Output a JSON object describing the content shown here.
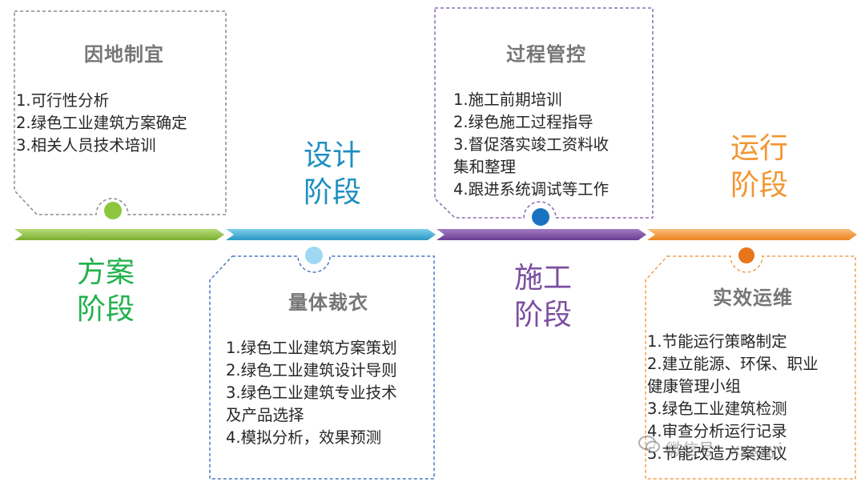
{
  "colors": {
    "green": "#8dbf3f",
    "cyan": "#3aaed3",
    "purple": "#7d4ea1",
    "orange": "#f39632",
    "green_text": "#22b14c",
    "cyan_text": "#1e8fc0",
    "purple_text": "#7b4fa0",
    "orange_text": "#f39632",
    "dot_green": "#8cc63f",
    "dot_lightblue": "#9fd8f2",
    "dot_blue": "#1a73c2",
    "dot_orange": "#e8741c"
  },
  "stages": [
    {
      "line1": "方案",
      "line2": "阶段"
    },
    {
      "line1": "设计",
      "line2": "阶段"
    },
    {
      "line1": "施工",
      "line2": "阶段"
    },
    {
      "line1": "运行",
      "line2": "阶段"
    }
  ],
  "boxes": [
    {
      "title": "因地制宜",
      "items": [
        "1.可行性分析",
        "2.绿色工业建筑方案确定",
        "3.相关人员技术培训"
      ]
    },
    {
      "title": "量体裁衣",
      "items": [
        "1.绿色工业建筑方案策划",
        "2.绿色工业建筑设计导则",
        "3.绿色工业建筑专业技术",
        "及产品选择",
        "4.模拟分析，效果预测"
      ]
    },
    {
      "title": "过程管控",
      "items": [
        "1.施工前期培训",
        "2.绿色施工过程指导",
        "3.督促落实竣工资料收",
        "集和整理",
        "4.跟进系统调试等工作"
      ]
    },
    {
      "title": "实效运维",
      "items": [
        "1.节能运行策略制定",
        "2.建立能源、环保、职业",
        "健康管理小组",
        "3.绿色工业建筑检测",
        "4.审查分析运行记录",
        "5.节能改造方案建议"
      ]
    }
  ],
  "watermark": "微信号：xxxxyi"
}
